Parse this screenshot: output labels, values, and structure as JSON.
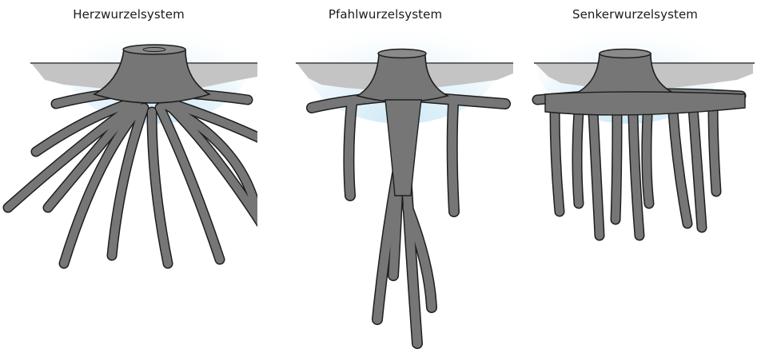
{
  "diagram": {
    "panels": [
      {
        "id": "herz",
        "title": "Herzwurzelsystem"
      },
      {
        "id": "pfahl",
        "title": "Pfahlwurzelsystem"
      },
      {
        "id": "senker",
        "title": "Senkerwurzelsystem"
      }
    ],
    "colors": {
      "sky_glow": "#cde8f6",
      "soil": "#c4c4c4",
      "ground_line": "#333333",
      "root_fill": "#767676",
      "root_outline": "#1e1e1e",
      "stump_top": "#8a8a8a"
    }
  }
}
